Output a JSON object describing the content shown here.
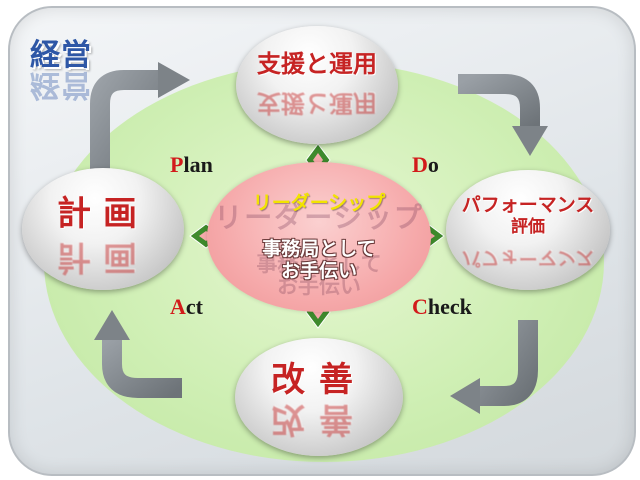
{
  "diagram": {
    "title": "経営",
    "center": {
      "title": "リーダーシップ",
      "line1": "事務局として",
      "line2": "お手伝い"
    },
    "nodes": {
      "top": "支援と運用",
      "right_line1": "パフォーマンス",
      "right_line2": "評価",
      "bottom": "改善",
      "left": "計画"
    },
    "phases": {
      "plan_first": "P",
      "plan_rest": "lan",
      "do_first": "D",
      "do_rest": "o",
      "check_first": "C",
      "check_rest": "heck",
      "act_first": "A",
      "act_rest": "ct"
    },
    "colors": {
      "title_blue": "#2e57a6",
      "node_text_red": "#c62323",
      "pdca_accent_red": "#d21b1b",
      "center_pink": "#f6aaab",
      "ellipse_green": "#cfefb4",
      "center_title_yellow": "#f2e400",
      "connector_green": "#3e8a2c"
    }
  }
}
